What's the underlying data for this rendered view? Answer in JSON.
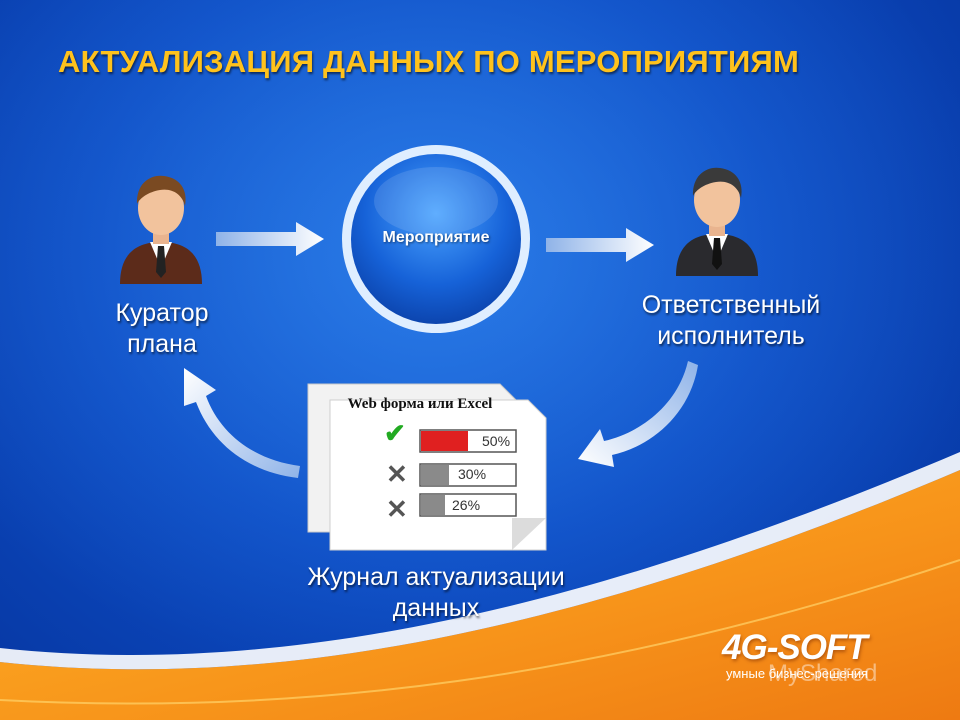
{
  "title": "АКТУАЛИЗАЦИЯ ДАННЫХ ПО МЕРОПРИЯТИЯМ",
  "nodes": {
    "curator": {
      "line1": "Куратор",
      "line2": "плана"
    },
    "event": {
      "label": "Мероприятие"
    },
    "executor": {
      "line1": "Ответственный",
      "line2": "исполнитель"
    },
    "journal": {
      "line1": "Журнал актуализации",
      "line2": "данных"
    }
  },
  "form": {
    "title": "Web форма или Excel",
    "rows": [
      {
        "status": "check",
        "percent_label": "50%",
        "percent": 50
      },
      {
        "status": "cross",
        "percent_label": "30%",
        "percent": 30
      },
      {
        "status": "cross",
        "percent_label": "26%",
        "percent": 26
      }
    ]
  },
  "logo": {
    "text": "4G-SOFT",
    "tagline": "умные бизнес-решения"
  },
  "watermark": "MyShared",
  "colors": {
    "title": "#ffc21c",
    "background": "#0c4cc4",
    "accent": "#f39a14",
    "bar_fill": "#e02020"
  }
}
